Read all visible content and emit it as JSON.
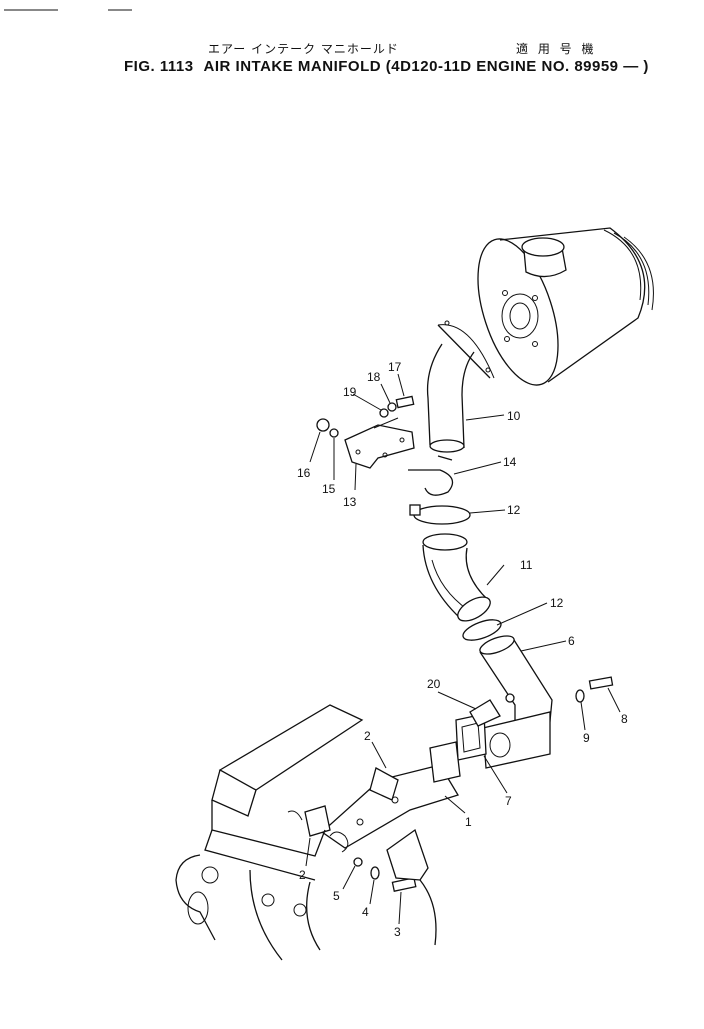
{
  "header": {
    "title_jp": "エアー インテーク マニホールド",
    "title_use": "適 用 号 機",
    "fig_label": "FIG. 1113",
    "title_main": "AIR INTAKE MANIFOLD (4D120-11D ENGINE NO. 89959 — )"
  },
  "callouts": [
    {
      "id": "c1",
      "label": "1"
    },
    {
      "id": "c2a",
      "label": "2"
    },
    {
      "id": "c2b",
      "label": "2"
    },
    {
      "id": "c3",
      "label": "3"
    },
    {
      "id": "c4",
      "label": "4"
    },
    {
      "id": "c5",
      "label": "5"
    },
    {
      "id": "c6",
      "label": "6"
    },
    {
      "id": "c7",
      "label": "7"
    },
    {
      "id": "c8",
      "label": "8"
    },
    {
      "id": "c9",
      "label": "9"
    },
    {
      "id": "c10",
      "label": "10"
    },
    {
      "id": "c11",
      "label": "11"
    },
    {
      "id": "c12a",
      "label": "12"
    },
    {
      "id": "c12b",
      "label": "12"
    },
    {
      "id": "c13",
      "label": "13"
    },
    {
      "id": "c14",
      "label": "14"
    },
    {
      "id": "c15",
      "label": "15"
    },
    {
      "id": "c16",
      "label": "16"
    },
    {
      "id": "c17",
      "label": "17"
    },
    {
      "id": "c18",
      "label": "18"
    },
    {
      "id": "c19",
      "label": "19"
    },
    {
      "id": "c20",
      "label": "20"
    }
  ]
}
